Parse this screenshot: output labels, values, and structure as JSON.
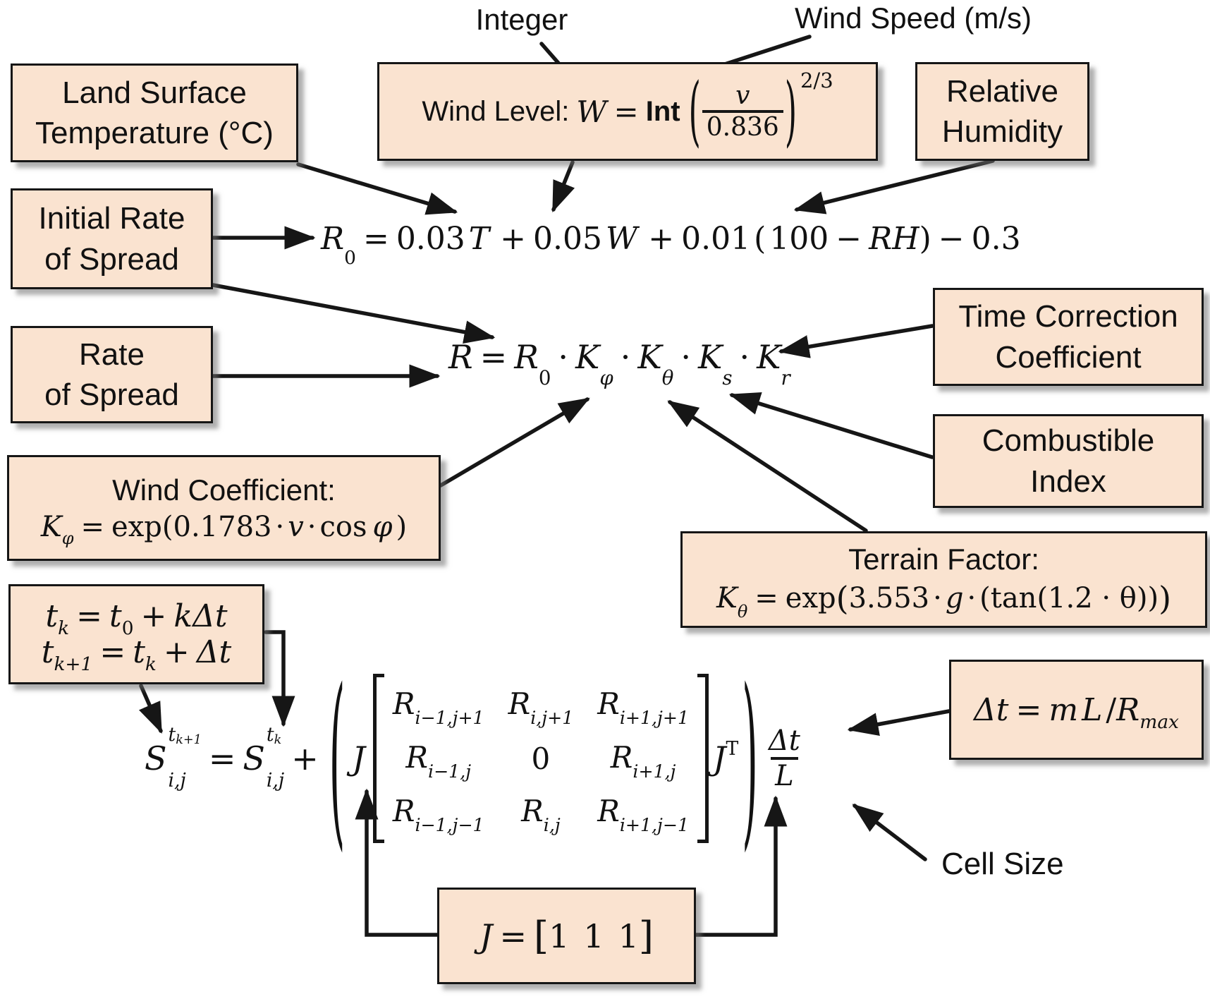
{
  "colors": {
    "box_fill": "#FAE3D0",
    "line": "#161616",
    "background": "#FFFFFF"
  },
  "labels": {
    "integer": "Integer",
    "wind_speed": "Wind Speed (m/s)",
    "cell_size": "Cell Size"
  },
  "boxes": {
    "land_surface": {
      "line1": "Land Surface",
      "line2": "Temperature (°C)"
    },
    "relative_humidity": {
      "line1": "Relative",
      "line2": "Humidity"
    },
    "initial_rate": {
      "line1": "Initial Rate",
      "line2": "of Spread"
    },
    "rate": {
      "line1": "Rate",
      "line2": "of Spread"
    },
    "time_correction": {
      "line1": "Time Correction",
      "line2": "Coefficient"
    },
    "combustible": {
      "line1": "Combustible",
      "line2": "Index"
    },
    "wind_level": {
      "prefix": "Wind Level:",
      "W": "W",
      "eq": "=",
      "int": "Int",
      "lp": "(",
      "num": "v",
      "den": "0.836",
      "rp": ")",
      "exp": "2/3"
    },
    "wind_coefficient": {
      "title": "Wind Coefficient:",
      "Kb": "K",
      "Ks": "φ",
      "eq": "=",
      "fn": "exp",
      "lp": "(",
      "c": "0.1783",
      "d1": "·",
      "v": "v",
      "d2": "·",
      "cos": "cos",
      "phi": "φ",
      "rp": ")"
    },
    "terrain": {
      "title": "Terrain Factor:",
      "Kb": "K",
      "Ks": "θ",
      "eq": "=",
      "fn": "exp",
      "lp": "(",
      "c": "3.553",
      "d1": "·",
      "g": "g",
      "d2": "·",
      "inner": "(tan(1.2 · θ))",
      "rp": ")"
    },
    "tk": {
      "l1": {
        "tb": "t",
        "ts": "k",
        "eq": "=",
        "t0b": "t",
        "t0s": "0",
        "plus": "+",
        "k": "k",
        "dt": "Δt"
      },
      "l2": {
        "tb": "t",
        "ts": "k+1",
        "eq": "=",
        "t2b": "t",
        "t2s": "k",
        "plus": "+",
        "dt": "Δt"
      }
    },
    "delta_t": {
      "d": "Δt",
      "eq": "=",
      "m": "m",
      "L": "L",
      "slash": "/",
      "Rb": "R",
      "Rs": "max"
    },
    "j": {
      "J": "J",
      "eq": "=",
      "lb": "[",
      "o1": "1",
      "o2": "1",
      "o3": "1",
      "rb": "]"
    }
  },
  "eq_r0": {
    "r": "R",
    "sub0": "0",
    "eq": "=",
    "c1": "0.03",
    "T": "T",
    "plus1": "+",
    "c2": "0.05",
    "W": "W",
    "plus2": "+",
    "c3": "0.01",
    "lp": "(",
    "c100": "100",
    "minus1": "−",
    "RH": "RH",
    "rp": ")",
    "minus2": "−",
    "c03": "0.3"
  },
  "eq_r": {
    "R": "R",
    "eq": "=",
    "R0b": "R",
    "R0s": "0",
    "d1": "·",
    "K1b": "K",
    "K1s": "φ",
    "d2": "·",
    "K2b": "K",
    "K2s": "θ",
    "d3": "·",
    "K3b": "K",
    "K3s": "s",
    "d4": "·",
    "K4b": "K",
    "K4s": "r"
  },
  "s_eq": {
    "s1b": "S",
    "s1supT": "t",
    "s1supS": "k+1",
    "s1sub": "i,j",
    "eq": "=",
    "s2b": "S",
    "s2supT": "t",
    "s2supS": "k",
    "s2sub": "i,j",
    "plus": "+",
    "lp": "(",
    "J": "J",
    "matrix": [
      [
        {
          "b": "R",
          "s": "i−1,j+1"
        },
        {
          "b": "R",
          "s": "i,j+1"
        },
        {
          "b": "R",
          "s": "i+1,j+1"
        }
      ],
      [
        {
          "b": "R",
          "s": "i−1,j"
        },
        {
          "b": "0",
          "s": ""
        },
        {
          "b": "R",
          "s": "i+1,j"
        }
      ],
      [
        {
          "b": "R",
          "s": "i−1,j−1"
        },
        {
          "b": "R",
          "s": "i,j"
        },
        {
          "b": "R",
          "s": "i+1,j−1"
        }
      ]
    ],
    "JTb": "J",
    "JTs": "T",
    "rp": ")",
    "fnum": "Δt",
    "fden": "L"
  }
}
